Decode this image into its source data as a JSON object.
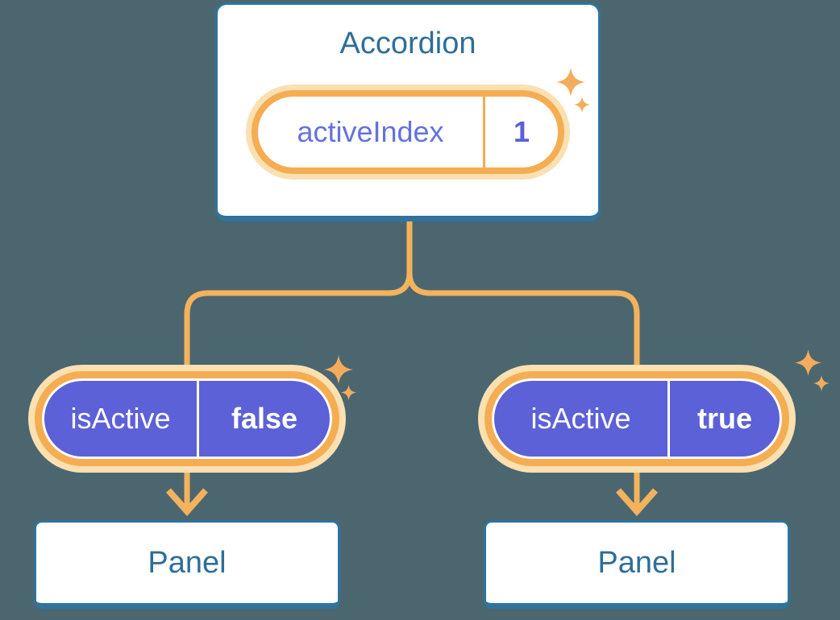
{
  "colors": {
    "background": "#4C666F",
    "card_border": "#2F739F",
    "heading_text": "#2E6E99",
    "connector": "#F3B25C",
    "pill_ring": "#F5AD52",
    "pill_halo": "#FBE0B2",
    "sparkle": "#F2AC5B",
    "prop_pill_fill": "#5C61D7",
    "state_label_text": "#6571E1",
    "state_value_text": "#5A60D6",
    "prop_pill_text": "#FFFFFF"
  },
  "accordion": {
    "title": "Accordion",
    "state_pill": {
      "label": "activeIndex",
      "value": "1"
    }
  },
  "children": {
    "left": {
      "prop_pill": {
        "label": "isActive",
        "value": "false"
      },
      "panel_title": "Panel"
    },
    "right": {
      "prop_pill": {
        "label": "isActive",
        "value": "true"
      },
      "panel_title": "Panel"
    }
  },
  "icons": {
    "sparkle": "four-pointed-star"
  }
}
